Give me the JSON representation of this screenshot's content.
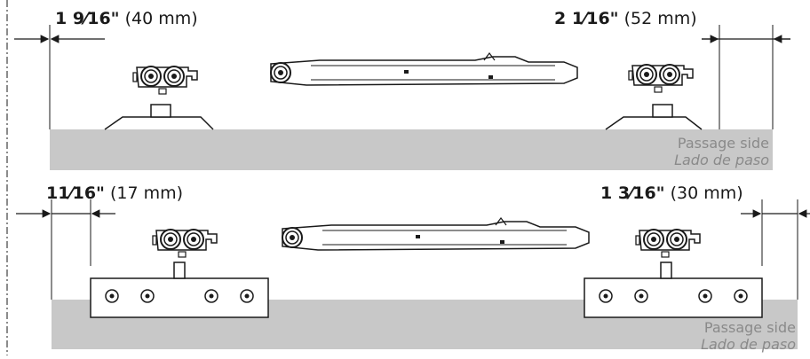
{
  "top": {
    "left_dimension": {
      "imperial": "1 9⁄16\"",
      "metric": "(40 mm)"
    },
    "right_dimension": {
      "imperial": "2 1⁄16\"",
      "metric": "(52 mm)"
    },
    "side_label_en": "Passage side",
    "side_label_es": "Lado de paso"
  },
  "bottom": {
    "left_dimension": {
      "imperial": "11⁄16\"",
      "metric": "(17 mm)"
    },
    "right_dimension": {
      "imperial": "1 3⁄16\"",
      "metric": "(30 mm)"
    },
    "side_label_en": "Passage side",
    "side_label_es": "Lado de paso"
  },
  "colors": {
    "door_fill": "#c8c8c8",
    "line": "#1a1a1a",
    "text_muted": "#8a8a8a"
  }
}
